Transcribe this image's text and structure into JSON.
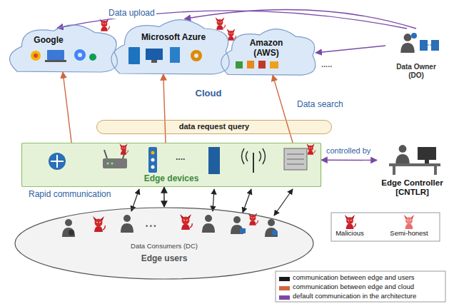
{
  "diagram": {
    "nodes": [
      {
        "text": [
          "Cloud"
        ]
      },
      {
        "text": [
          "Google"
        ],
        "in": 0
      },
      {
        "text": [
          "Microsoft Azure"
        ],
        "in": 0
      },
      {
        "text": [
          "Amazon (AWS)"
        ],
        "in": 0
      },
      {
        "text": [
          "Data Owner (DO)"
        ]
      },
      {
        "text": [
          "data request query"
        ]
      },
      {
        "text": [
          "Edge devices"
        ]
      },
      {
        "text": [
          "Edge Controller [CNTLR]"
        ]
      },
      {
        "text": [
          "Data Consumers (DC)",
          "Edge users"
        ]
      }
    ],
    "edges": [
      {
        "from": 4,
        "to": 1,
        "label": "Data upload",
        "arrow": "to"
      },
      {
        "from": 4,
        "to": 2,
        "arrow": "to"
      },
      {
        "from": 4,
        "to": 3,
        "arrow": "to"
      },
      {
        "from": 6,
        "to": 1,
        "arrow": "to"
      },
      {
        "from": 6,
        "to": 2,
        "arrow": "to"
      },
      {
        "from": 6,
        "to": 3,
        "label": "Data search",
        "arrow": "to"
      },
      {
        "from": 7,
        "to": 6,
        "label": "controlled by",
        "arrow": "both"
      },
      {
        "from": 8,
        "to": 6,
        "label": "Rapid communication",
        "arrow": "both"
      }
    ],
    "labels": [
      ".....",
      "....",
      "• • •"
    ],
    "legend": [
      {
        "text": "Malicious"
      },
      {
        "text": "Semi-honest"
      },
      {
        "text": "communication between edge and users",
        "color": "#1a1a1a"
      },
      {
        "text": "communication between edge and cloud",
        "color": "#d0683f"
      },
      {
        "text": "default communication in the architecture",
        "color": "#7b4aa8"
      }
    ]
  }
}
